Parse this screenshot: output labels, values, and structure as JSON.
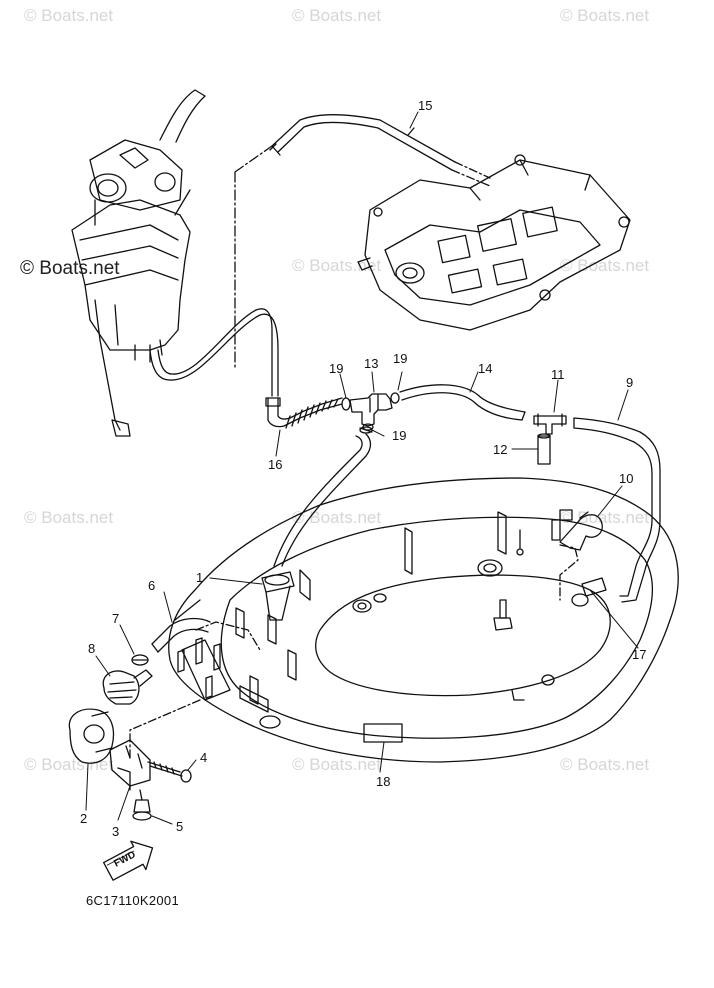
{
  "diagram": {
    "part_code": "6C17110K2001",
    "direction_label": "FWD",
    "watermark": "© Boats.net",
    "callouts": [
      "1",
      "2",
      "3",
      "4",
      "5",
      "6",
      "7",
      "8",
      "9",
      "10",
      "11",
      "12",
      "13",
      "14",
      "15",
      "16",
      "17",
      "18",
      "19",
      "19",
      "19"
    ]
  }
}
